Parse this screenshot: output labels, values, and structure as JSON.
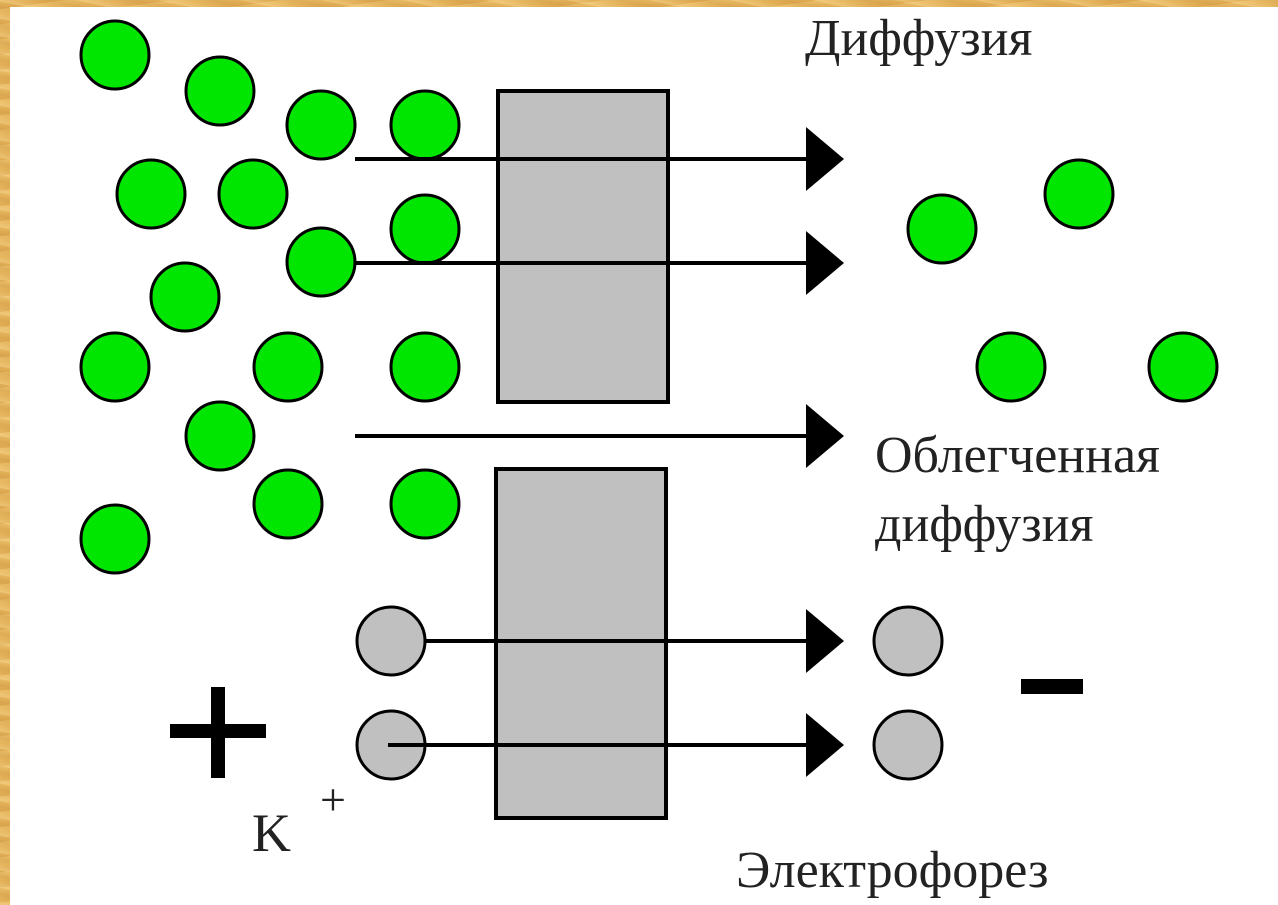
{
  "labels": {
    "diffusion": "Диффузия",
    "facilitated_line1": "Облегченная",
    "facilitated_line2": "диффузия",
    "electrophoresis": "Электрофорез",
    "ion": "K",
    "ion_charge": "+",
    "plus_sign": "+",
    "minus_sign": "−"
  },
  "colors": {
    "molecule": "#00e600",
    "ion": "#c0c0c0",
    "membrane": "#c0c0c0",
    "outline": "#000000",
    "background": "#e6b65e"
  }
}
